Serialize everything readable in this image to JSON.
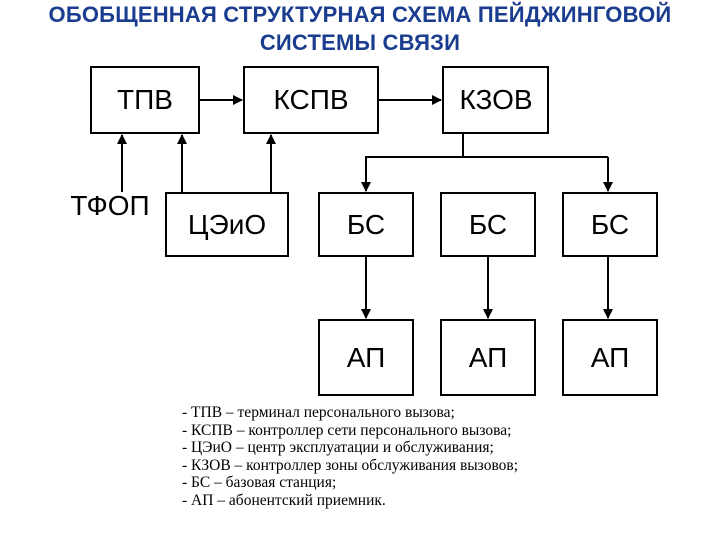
{
  "title": {
    "line1": "ОБОБЩЕННАЯ СТРУКТУРНАЯ СХЕМА ПЕЙДЖИНГОВОЙ",
    "line2": "СИСТЕМЫ СВЯЗИ"
  },
  "blocks": {
    "tpv": "ТПВ",
    "kspv": "КСПВ",
    "kzov": "КЗОВ",
    "tfop": "ТФОП",
    "tseio": "ЦЭиО",
    "bs": [
      "БС",
      "БС",
      "БС"
    ],
    "ap": [
      "АП",
      "АП",
      "АП"
    ]
  },
  "legend": [
    "-  ТПВ – терминал персонального вызова;",
    "-  КСПВ – контроллер сети персонального вызова;",
    "-  ЦЭиО – центр эксплуатации и обслуживания;",
    "-  КЗОВ – контроллер зоны обслуживания вызовов;",
    "-  БС – базовая станция;",
    "- АП – абонентский  приемник."
  ],
  "colors": {
    "title": "#1a3d8f",
    "lines": "#000000"
  }
}
